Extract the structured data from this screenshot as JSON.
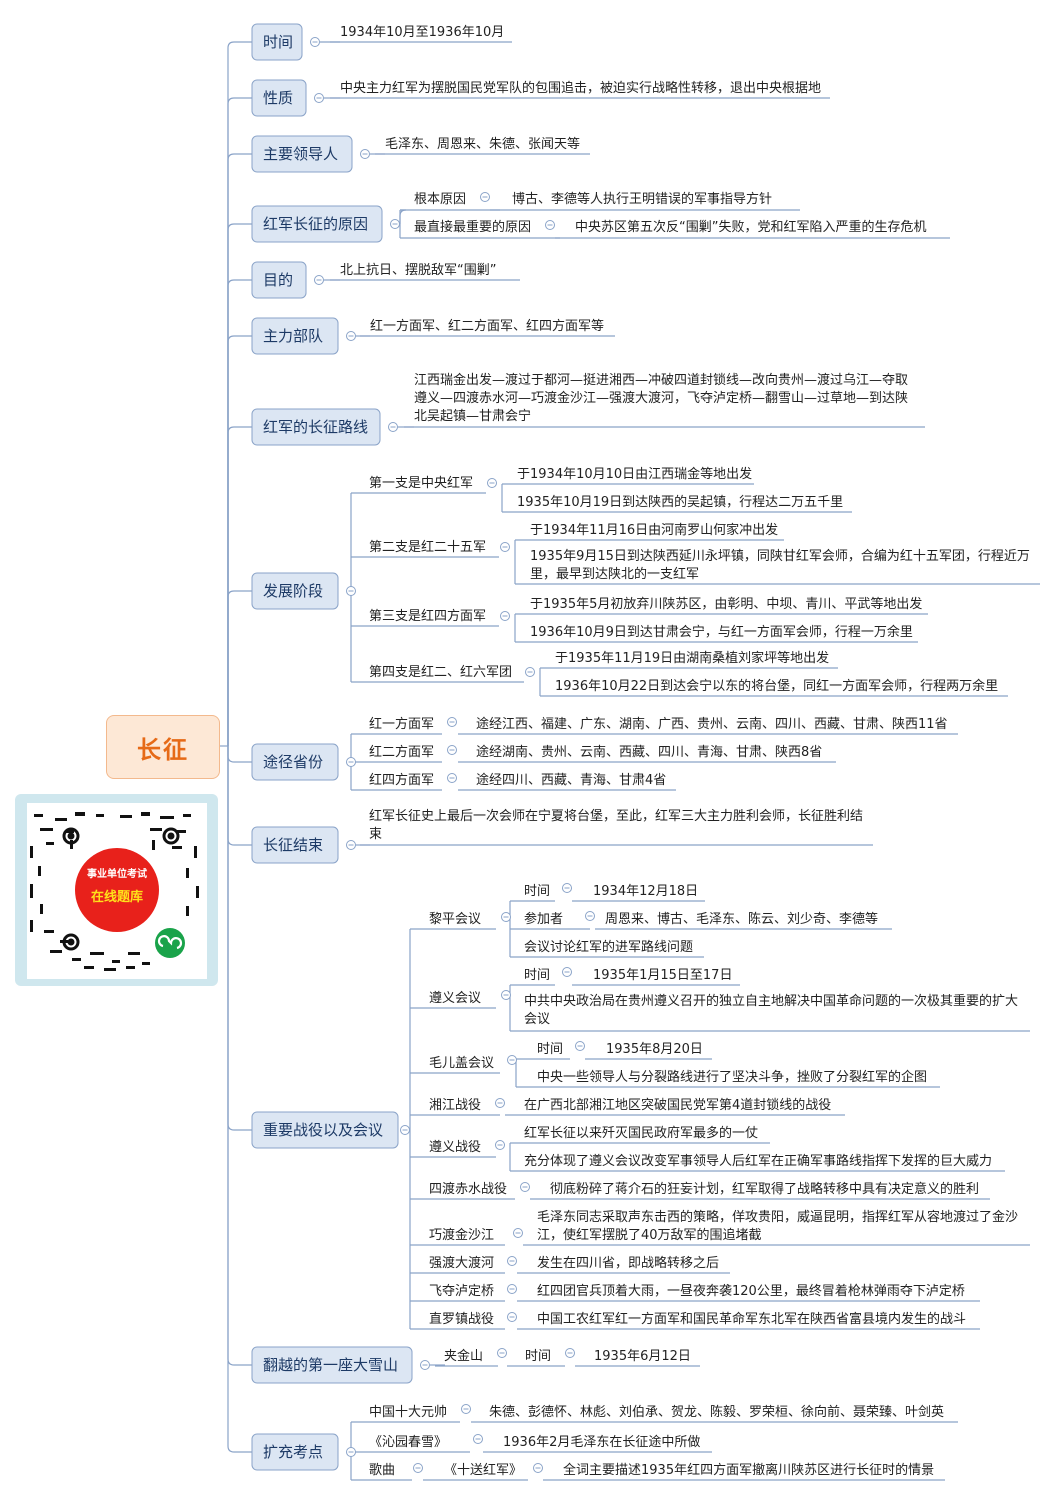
{
  "root": {
    "title": "长征"
  },
  "qr": {
    "line1": "事业单位考试",
    "line2": "在线题库"
  },
  "nodes": {
    "n0": "时间",
    "n0_0": "1934年10月至1936年10月",
    "n1": "性质",
    "n1_0": "中央主力红军为摆脱国民党军队的包围追击，被迫实行战略性转移，退出中央根据地",
    "n2": "主要领导人",
    "n2_0": "毛泽东、周恩来、朱德、张闻天等",
    "n3": "红军长征的原因",
    "n3_0": "根本原因",
    "n3_0v": "博古、李德等人执行王明错误的军事指导方针",
    "n3_1": "最直接最重要的原因",
    "n3_1v": "中央苏区第五次反“围剿”失败，党和红军陷入严重的生存危机",
    "n4": "目的",
    "n4_0": "北上抗日、摆脱敌军“围剿”",
    "n5": "主力部队",
    "n5_0": "红一方面军、红二方面军、红四方面军等",
    "n6": "红军的长征路线",
    "n6_0a": "江西瑞金出发—渡过于都河—挺进湘西—冲破四道封锁线—改向贵州—渡过乌江—夺取",
    "n6_0b": "遵义—四渡赤水河—巧渡金沙江—强渡大渡河，飞夺泸定桥—翻雪山—过草地—到达陕",
    "n6_0c": "北吴起镇—甘肃会宁",
    "n7": "发展阶段",
    "n7_0": "第一支是中央红军",
    "n7_0a": "于1934年10月10日由江西瑞金等地出发",
    "n7_0b": "1935年10月19日到达陕西的吴起镇，行程达二万五千里",
    "n7_1": "第二支是红二十五军",
    "n7_1a": "于1934年11月16日由河南罗山何家冲出发",
    "n7_1b1": "1935年9月15日到达陕西延川永坪镇，同陕甘红军会师，合编为红十五军团，行程近万",
    "n7_1b2": "里，最早到达陕北的一支红军",
    "n7_2": "第三支是红四方面军",
    "n7_2a": "于1935年5月初放弃川陕苏区，由彰明、中坝、青川、平武等地出发",
    "n7_2b": "1936年10月9日到达甘肃会宁，与红一方面军会师，行程一万余里",
    "n7_3": "第四支是红二、红六军团",
    "n7_3a": "于1935年11月19日由湖南桑植刘家坪等地出发",
    "n7_3b": "1936年10月22日到达会宁以东的将台堡，同红一方面军会师，行程两万余里",
    "n8": "途径省份",
    "n8_0": "红一方面军",
    "n8_0v": "途经江西、福建、广东、湖南、广西、贵州、云南、四川、西藏、甘肃、陕西11省",
    "n8_1": "红二方面军",
    "n8_1v": "途经湖南、贵州、云南、西藏、四川、青海、甘肃、陕西8省",
    "n8_2": "红四方面军",
    "n8_2v": "途经四川、西藏、青海、甘肃4省",
    "n9": "长征结束",
    "n9_0a": "红军长征史上最后一次会师在宁夏将台堡，至此，红军三大主力胜利会师，长征胜利结",
    "n9_0b": "束",
    "n10": "重要战役以及会议",
    "n10_0": "黎平会议",
    "n10_0a": "时间",
    "n10_0av": "1934年12月18日",
    "n10_0b": "参加者",
    "n10_0bv": "周恩来、博古、毛泽东、陈云、刘少奇、李德等",
    "n10_0c": "会议讨论红军的进军路线问题",
    "n10_1": "遵义会议",
    "n10_1a": "时间",
    "n10_1av": "1935年1月15日至17日",
    "n10_1b1": "中共中央政治局在贵州遵义召开的独立自主地解决中国革命问题的一次极其重要的扩大",
    "n10_1b2": "会议",
    "n10_2": "毛儿盖会议",
    "n10_2a": "时间",
    "n10_2av": "1935年8月20日",
    "n10_2b": "中央一些领导人与分裂路线进行了坚决斗争，挫败了分裂红军的企图",
    "n10_3": "湘江战役",
    "n10_3v": "在广西北部湘江地区突破国民党军第4道封锁线的战役",
    "n10_4": "遵义战役",
    "n10_4a": "红军长征以来歼灭国民政府军最多的一仗",
    "n10_4b": "充分体现了遵义会议改变军事领导人后红军在正确军事路线指挥下发挥的巨大威力",
    "n10_5": "四渡赤水战役",
    "n10_5v": "彻底粉碎了蒋介石的狂妄计划，红军取得了战略转移中具有决定意义的胜利",
    "n10_6": "巧渡金沙江",
    "n10_6v1": "毛泽东同志采取声东击西的策略，佯攻贵阳，威逼昆明，指挥红军从容地渡过了金沙",
    "n10_6v2": "江，使红军摆脱了40万敌军的围追堵截",
    "n10_7": "强渡大渡河",
    "n10_7v": "发生在四川省，即战略转移之后",
    "n10_8": "飞夺泸定桥",
    "n10_8v": "红四团官兵顶着大雨，一昼夜奔袭120公里，最终冒着枪林弹雨夺下泸定桥",
    "n10_9": "直罗镇战役",
    "n10_9v": "中国工农红军红一方面军和国民革命军东北军在陕西省富县境内发生的战斗",
    "n11": "翻越的第一座大雪山",
    "n11_0": "夹金山",
    "n11_0a": "时间",
    "n11_0av": "1935年6月12日",
    "n12": "扩充考点",
    "n12_0": "中国十大元帅",
    "n12_0v": "朱德、彭德怀、林彪、刘伯承、贺龙、陈毅、罗荣桓、徐向前、聂荣臻、叶剑英",
    "n12_1": "《沁园春雪》",
    "n12_1v": "1936年2月毛泽东在长征途中所做",
    "n12_2": "歌曲",
    "n12_2a": "《十送红军》",
    "n12_2av": "全词主要描述1935年红四方面军撤离川陕苏区进行长征时的情景"
  }
}
